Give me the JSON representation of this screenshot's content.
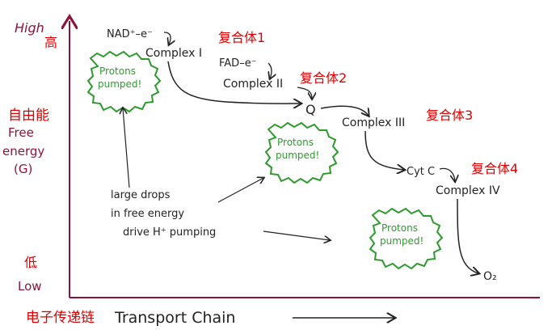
{
  "axis": {
    "y_high": "High",
    "y_high_cn": "高",
    "y_label_cn": "自由能",
    "y_label_1": "Free",
    "y_label_2": "energy",
    "y_label_3": "(G)",
    "y_low_cn": "低",
    "y_low": "Low",
    "x_label_cn": "电子传递链",
    "x_label": "Transport  Chain"
  },
  "nodes": {
    "nadh": "NAD⁺–e⁻",
    "complex1": "Complex I",
    "fad": "FAD–e⁻",
    "complex2": "Complex II",
    "q": "Q",
    "complex3": "Complex III",
    "cytc": "Cyt C",
    "complex4": "Complex IV",
    "o2": "O₂"
  },
  "cn_labels": {
    "c1": "复合体1",
    "c2": "复合体2",
    "c3": "复合体3",
    "c4": "复合体4"
  },
  "bursts": {
    "line1": "Protons",
    "line2": "pumped!"
  },
  "note": {
    "line1": "large drops",
    "line2": "in free energy",
    "line3": "drive H⁺ pumping"
  },
  "colors": {
    "axis": "#8b1538",
    "chinese_label": "#e00000",
    "burst": "#2e9a2e",
    "ink": "#222222"
  }
}
